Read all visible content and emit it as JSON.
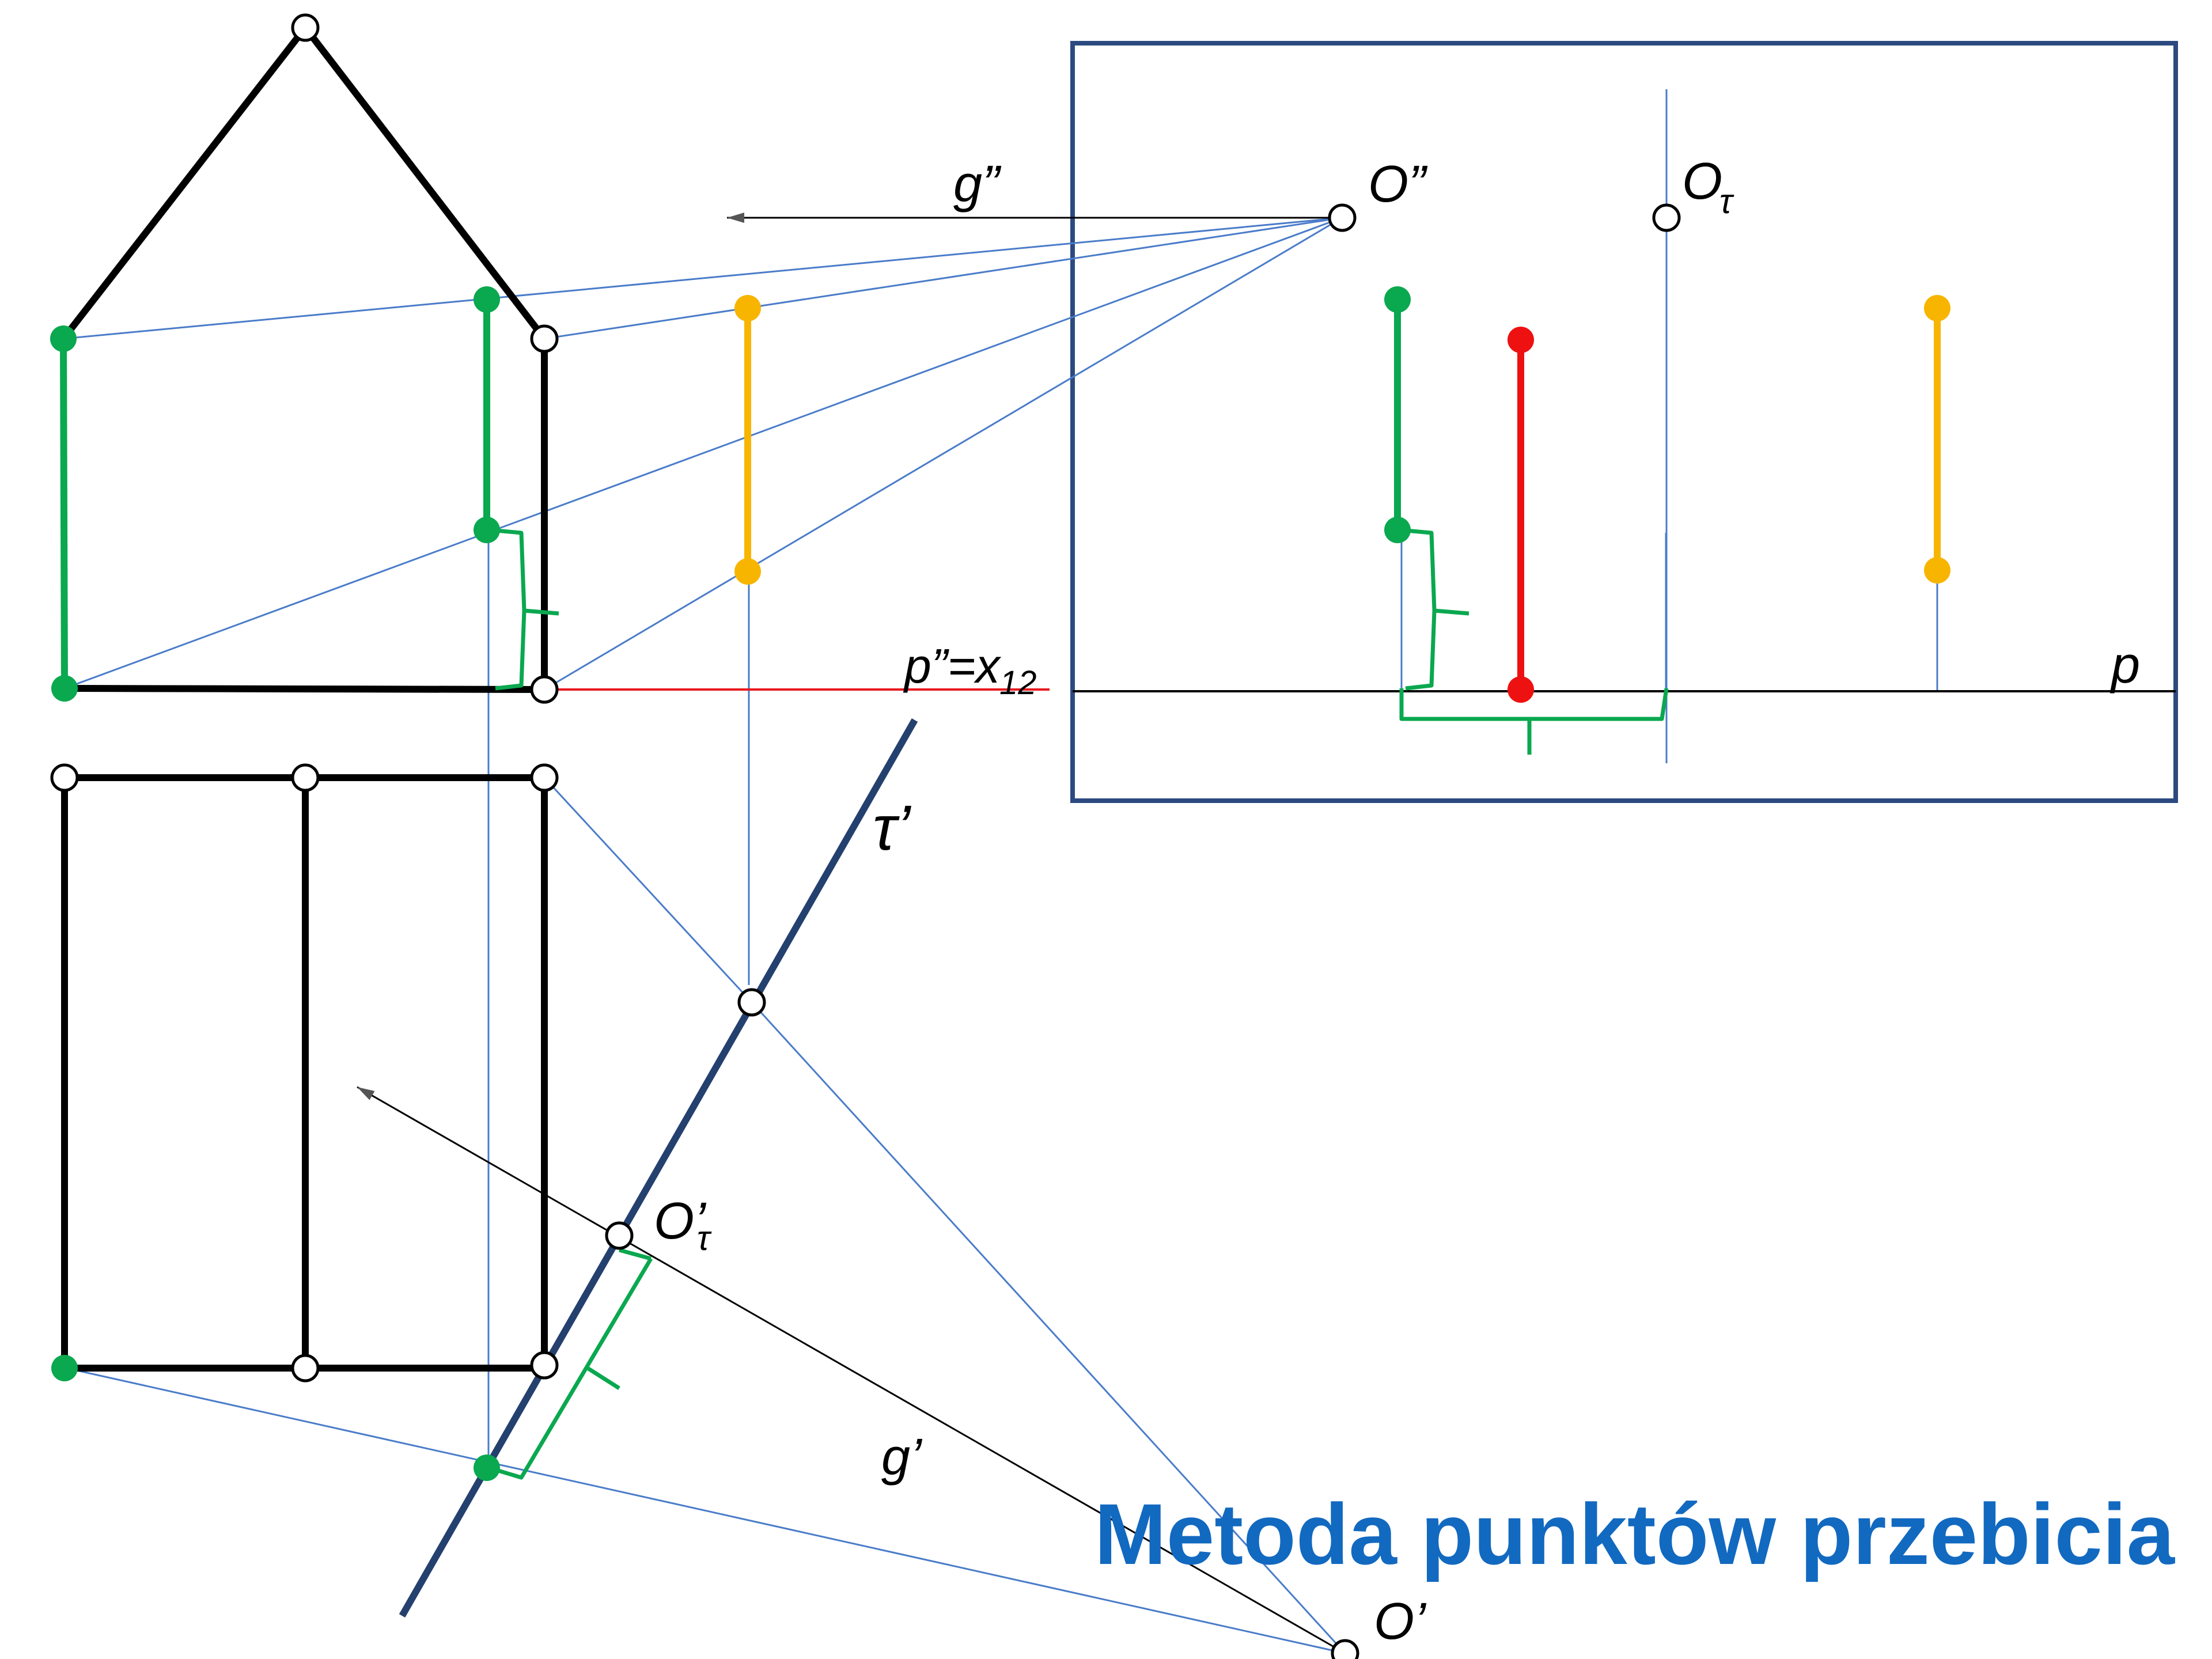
{
  "title": "Metoda punktów przebicia",
  "labels": {
    "g_double": "g”",
    "g_single": "g’",
    "O_double": "O”",
    "O_single": "O’",
    "O_tau": "O",
    "O_tau_sub": "τ",
    "O_prime_tau": "O’",
    "O_prime_tau_sub": "τ",
    "tau_prime": "τ’",
    "p_double": "p”=x",
    "p_double_sub": "12",
    "p": "p"
  },
  "colors": {
    "construction_line": "#4a7cc9",
    "frame": "#2c4a80",
    "trace_plane": "#24406e",
    "green": "#0aa84f",
    "red": "#ee1111",
    "yellow": "#f7b500",
    "axis_red": "#e8181e",
    "title": "#1269c0",
    "outline": "#000000"
  }
}
